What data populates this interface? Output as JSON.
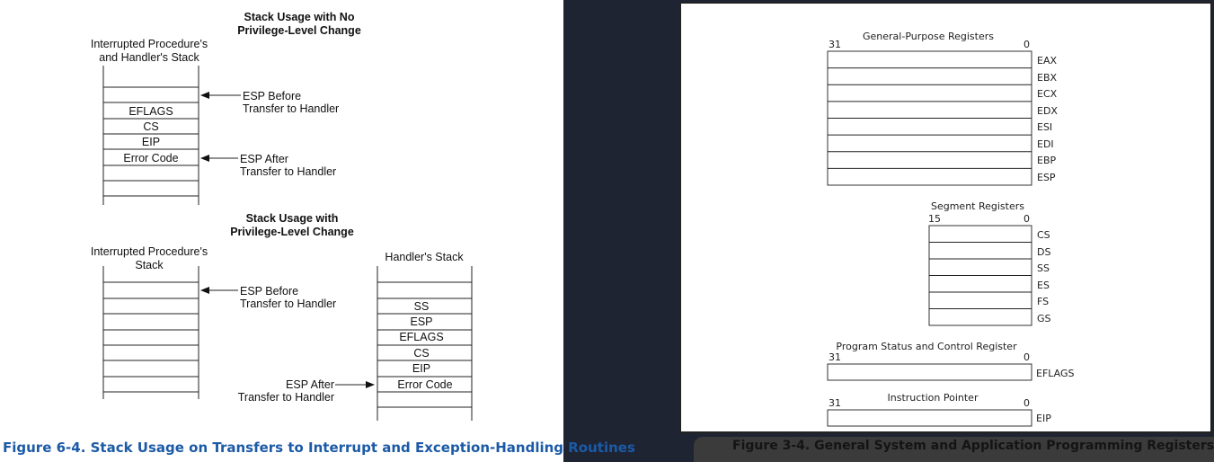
{
  "left_figure": {
    "title_no_change": [
      "Stack Usage with No",
      "Privilege-Level Change"
    ],
    "stack1_label": [
      "Interrupted Procedure's",
      "and Handler's Stack"
    ],
    "stack1_cells": [
      "",
      "EFLAGS",
      "CS",
      "EIP",
      "Error Code",
      "",
      ""
    ],
    "esp_before": [
      "ESP Before",
      "Transfer to Handler"
    ],
    "esp_after": [
      "ESP After",
      "Transfer to Handler"
    ],
    "title_change": [
      "Stack Usage with",
      "Privilege-Level Change"
    ],
    "stack2_label": [
      "Interrupted Procedure's",
      "Stack"
    ],
    "stack2_cells": [
      "",
      "",
      "",
      "",
      "",
      "",
      ""
    ],
    "handler_stack_label": "Handler's Stack",
    "handler_cells": [
      "SS",
      "ESP",
      "EFLAGS",
      "CS",
      "EIP",
      "Error Code",
      ""
    ],
    "esp_before2": [
      "ESP Before",
      "Transfer to Handler"
    ],
    "esp_after2": [
      "ESP After",
      "Transfer to Handler"
    ],
    "caption": "Figure 6-4.  Stack Usage on Transfers to Interrupt and Exception-Handling Routines"
  },
  "right_figure": {
    "gpr_title": "General-Purpose Registers",
    "gpr_bits": [
      "31",
      "0"
    ],
    "gpr_names": [
      "EAX",
      "EBX",
      "ECX",
      "EDX",
      "ESI",
      "EDI",
      "EBP",
      "ESP"
    ],
    "seg_title": "Segment Registers",
    "seg_bits": [
      "15",
      "0"
    ],
    "seg_names": [
      "CS",
      "DS",
      "SS",
      "ES",
      "FS",
      "GS"
    ],
    "psc_title": "Program Status and Control Register",
    "psc_bits": [
      "31",
      "0"
    ],
    "psc_name": "EFLAGS",
    "ip_title": "Instruction Pointer",
    "ip_bits": [
      "31",
      "0"
    ],
    "ip_name": "EIP",
    "caption": "Figure 3-4.  General System and Application Programming Registers"
  }
}
